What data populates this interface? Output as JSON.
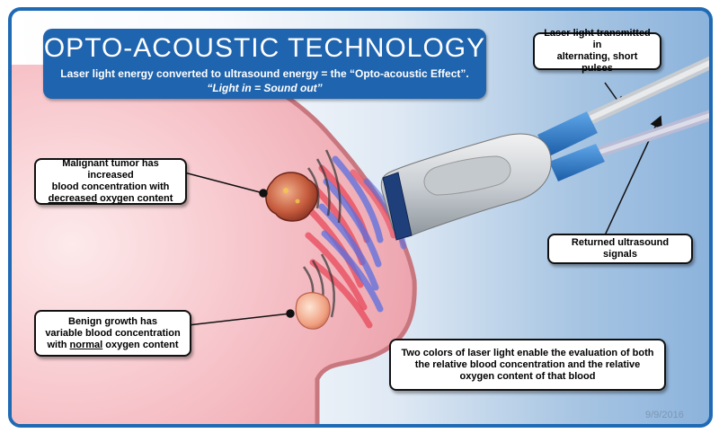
{
  "title": "OPTO-ACOUSTIC TECHNOLOGY",
  "subtitle": "Laser light energy converted to ultrasound energy = the “Opto-acoustic Effect”.",
  "tagline": "“Light in = Sound out”",
  "callouts": {
    "laser": {
      "line1": "Laser light transmitted in",
      "line2": "alternating, short pulses"
    },
    "returned": {
      "text": "Returned ultrasound signals"
    },
    "malignant": {
      "line1": "Malignant tumor has increased",
      "line2": "blood concentration with",
      "underlined": "decreased",
      "rest": " oxygen content"
    },
    "benign": {
      "line1": "Benign growth has",
      "line2": "variable blood concentration",
      "prefix": "with ",
      "underlined": "normal",
      "rest": " oxygen content"
    },
    "colors": {
      "line1": "Two colors of laser light enable the evaluation of both",
      "line2": "the relative blood concentration and the relative",
      "line3": "oxygen content of that blood"
    }
  },
  "date": "9/9/2016",
  "colors": {
    "frame": "#1f6ab4",
    "title_box": "#1f64ae",
    "red_wave": "#e8485a",
    "blue_wave": "#5a6fe0",
    "probe_band": "#2a78c4"
  }
}
